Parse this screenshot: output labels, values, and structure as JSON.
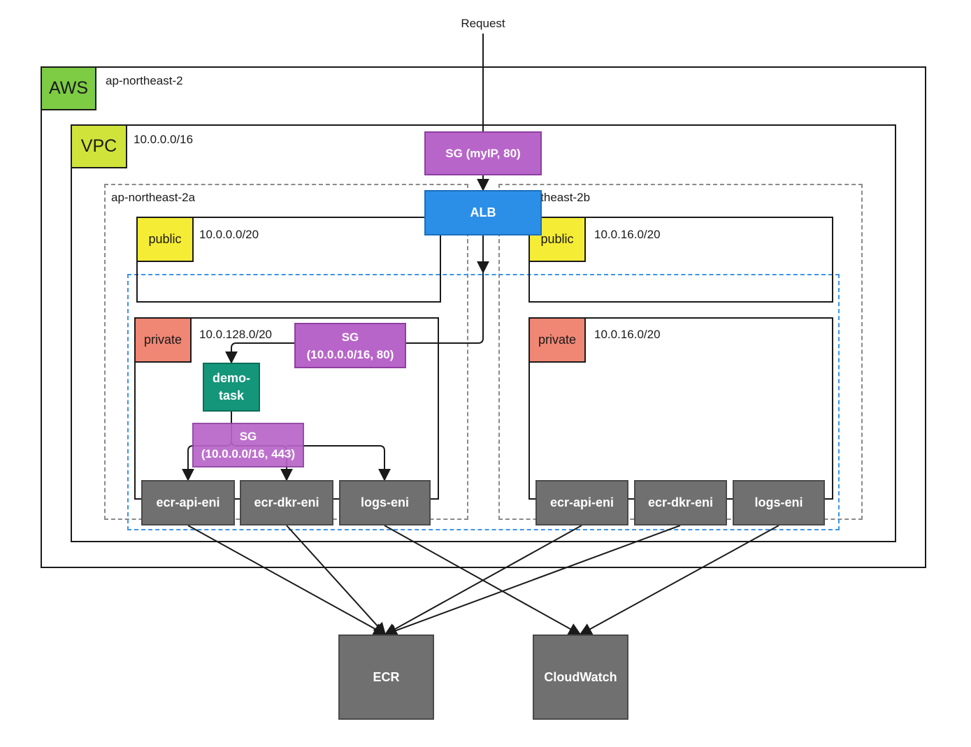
{
  "request_label": "Request",
  "aws": {
    "tag": "AWS",
    "region": "ap-northeast-2",
    "tag_color": "#7dcc44"
  },
  "vpc": {
    "tag": "VPC",
    "cidr": "10.0.0.0/16",
    "tag_color": "#cfe33a"
  },
  "az_a": {
    "name": "ap-northeast-2a"
  },
  "az_b": {
    "name": "ap-northeast-2b"
  },
  "subnets": {
    "public_a": {
      "tag": "public",
      "cidr": "10.0.0.0/20"
    },
    "public_b": {
      "tag": "public",
      "cidr": "10.0.16.0/20"
    },
    "private_a": {
      "tag": "private",
      "cidr": "10.0.128.0/20"
    },
    "private_b": {
      "tag": "private",
      "cidr": "10.0.16.0/20"
    },
    "public_color": "#f5ec36",
    "private_color": "#f08674"
  },
  "alb": {
    "label": "ALB",
    "color": "#2b8fe8"
  },
  "sg_alb": {
    "label": "SG (myIP, 80)"
  },
  "sg_task": {
    "label": "SG\n(10.0.0.0/16, 80)"
  },
  "sg_endpoints": {
    "label": "SG\n(10.0.0.0/16, 443)"
  },
  "sg_color": "#b865c9",
  "task": {
    "label": "demo-\ntask",
    "color": "#14967a"
  },
  "eni_a": [
    "ecr-api-eni",
    "ecr-dkr-eni",
    "logs-eni"
  ],
  "eni_b": [
    "ecr-api-eni",
    "ecr-dkr-eni",
    "logs-eni"
  ],
  "services": {
    "ecr": "ECR",
    "cloudwatch": "CloudWatch"
  },
  "node_gray": "#707070"
}
